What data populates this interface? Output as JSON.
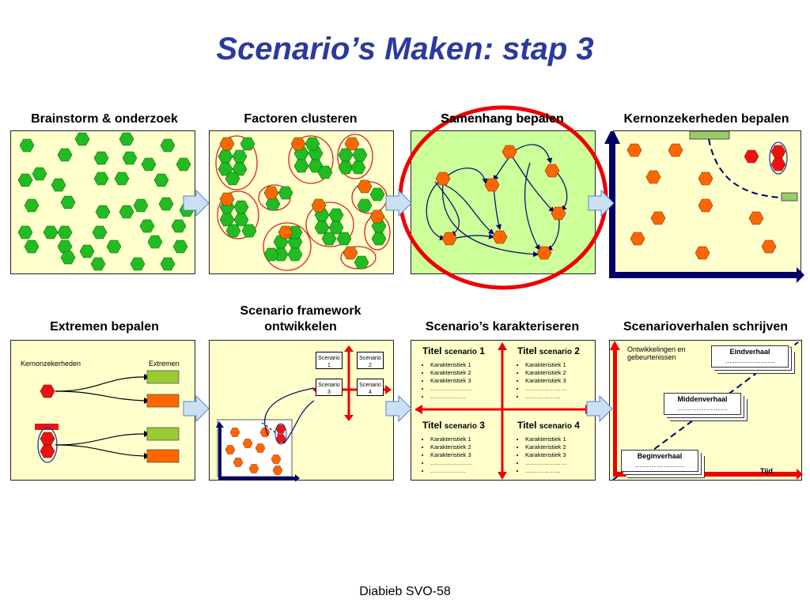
{
  "title": "Scenario’s Maken: stap 3",
  "steps": [
    "Brainstorm & onderzoek",
    "Factoren clusteren",
    "Samenhang bepalen",
    "Kernonzekerheden bepalen",
    "Extremen bepalen",
    "Scenario framework ontwikkelen",
    "Scenario’s karakteriseren",
    "Scenarioverhalen schrijven"
  ],
  "extremen": {
    "left": "Kernonzekerheden",
    "right": "Extremen"
  },
  "framework": {
    "s1": "Scenario 1",
    "s2": "Scenario 2",
    "s3": "Scenario 3",
    "s4": "Scenario 4"
  },
  "karakteriseren": {
    "quadrants": [
      {
        "title": "Titel",
        "small": "scenario",
        "num": "1"
      },
      {
        "title": "Titel",
        "small": "scenario",
        "num": "2"
      },
      {
        "title": "Titel",
        "small": "scenario",
        "num": "3"
      },
      {
        "title": "Titel",
        "small": "scenario",
        "num": "4"
      }
    ],
    "items": [
      "Karakteristiek 1",
      "Karakteristiek 2",
      "Karakteristiek 3",
      "…………………",
      "………………"
    ]
  },
  "verhalen": {
    "axis_label": "Ontwikkelingen en gebeurtenissen",
    "time_label": "Tijd",
    "eind": "Eindverhaal",
    "midden": "Middenverhaal",
    "begin": "Beginverhaal",
    "dots": "…………………"
  },
  "footer": "Diabieb SVO-58",
  "colors": {
    "title": "#2b3a9c",
    "hex_green": "#22bb22",
    "hex_orange": "#ff6600",
    "hex_red": "#ee1111",
    "axis": "#000066",
    "panel_bg": "#ffffcc",
    "highlight": "#cc0000"
  }
}
